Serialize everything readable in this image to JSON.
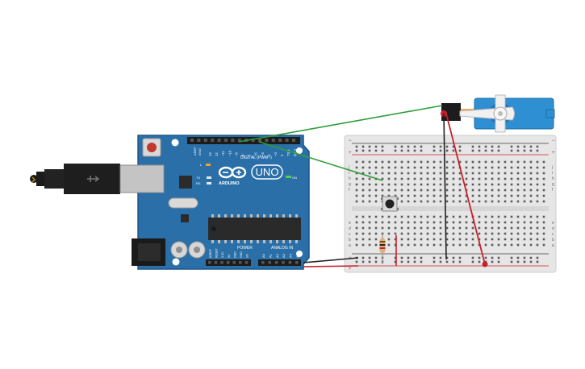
{
  "board": {
    "name": "ARDUINO",
    "model": "UNO",
    "digital_label": "DIGITAL (PWM~)",
    "power_label": "POWER",
    "analog_label": "ANALOG IN",
    "on_label": "ON",
    "led_l": "L",
    "led_tx": "TX",
    "led_rx": "RX",
    "aref": "AREF",
    "gnd": "GND",
    "digital_pins": [
      "13",
      "12",
      "~11",
      "~10",
      "~9",
      "8",
      "7",
      "~6",
      "~5",
      "4",
      "~3",
      "2",
      "TX 1",
      "RX 0"
    ],
    "power_pins": [
      "IOREF",
      "RESET",
      "3.3V",
      "5V",
      "GND",
      "GND",
      "Vin"
    ],
    "analog_pins": [
      "A0",
      "A1",
      "A2",
      "A3",
      "A4",
      "A5"
    ]
  },
  "breadboard": {
    "row_letters_top": [
      "j",
      "i",
      "h",
      "g",
      "f"
    ],
    "row_letters_bottom": [
      "e",
      "d",
      "c",
      "b",
      "a"
    ],
    "columns": 30
  },
  "colors": {
    "board": "#2a6fa8",
    "board_edge": "#1d5587",
    "wire_green": "#2f9e3a",
    "wire_black": "#222222",
    "wire_red": "#c8202b",
    "servo_blue": "#2f8fd3",
    "breadboard": "#e9e9e9"
  },
  "icons": {
    "usb": "usb-cable-icon",
    "arduino_logo": "arduino-infinity-logo",
    "button": "pushbutton-icon",
    "resistor": "resistor-icon",
    "servo": "servo-motor-icon"
  }
}
